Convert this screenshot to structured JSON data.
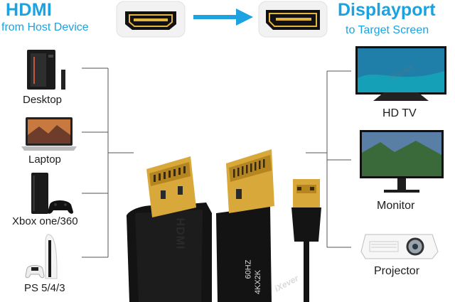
{
  "header": {
    "left_title": "HDMI",
    "left_subtitle": "from Host Device",
    "right_title": "Displayport",
    "right_subtitle": "to Target Screen"
  },
  "sources": [
    {
      "label": "Desktop",
      "icon": "desktop-tower-icon"
    },
    {
      "label": "Laptop",
      "icon": "laptop-icon"
    },
    {
      "label": "Xbox one/360",
      "icon": "game-console-icon"
    },
    {
      "label": "PS 5/4/3",
      "icon": "ps5-console-icon"
    }
  ],
  "targets": [
    {
      "label": "HD TV",
      "icon": "tv-icon"
    },
    {
      "label": "Monitor",
      "icon": "monitor-icon"
    },
    {
      "label": "Projector",
      "icon": "projector-icon"
    }
  ],
  "cable": {
    "hdmi_imprint": "HDMI",
    "dp_imprint_line1": "60HZ",
    "dp_imprint_line2": "4KX2K",
    "brand_mark": "iXever"
  },
  "colors": {
    "accent": "#1aa3e0",
    "connector_gold": "#d8a93a",
    "cable_black": "#111111",
    "port_border": "#1a1a1a"
  }
}
